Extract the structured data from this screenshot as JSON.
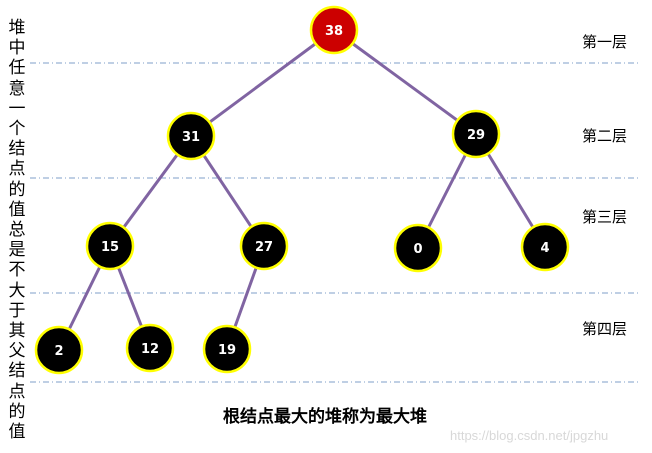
{
  "side_note": "堆中任意一个结点的值总是不大于其父结点的值",
  "layers": [
    "第一层",
    "第二层",
    "第三层",
    "第四层"
  ],
  "caption": "根结点最大的堆称为最大堆",
  "watermark": "https://blog.csdn.net/jpgzhu",
  "colors": {
    "root": "#cc0000",
    "node": "#000000",
    "border": "#ffff00",
    "edge": "#8064a2",
    "divider": "#7f9fc8"
  },
  "nodes": [
    {
      "id": "n38",
      "value": "38",
      "root": true
    },
    {
      "id": "n31",
      "value": "31"
    },
    {
      "id": "n29",
      "value": "29"
    },
    {
      "id": "n15",
      "value": "15"
    },
    {
      "id": "n27",
      "value": "27"
    },
    {
      "id": "n0",
      "value": "0"
    },
    {
      "id": "n4",
      "value": "4"
    },
    {
      "id": "n2",
      "value": "2"
    },
    {
      "id": "n12",
      "value": "12"
    },
    {
      "id": "n19",
      "value": "19"
    }
  ],
  "edges": [
    [
      "n38",
      "n31"
    ],
    [
      "n38",
      "n29"
    ],
    [
      "n31",
      "n15"
    ],
    [
      "n31",
      "n27"
    ],
    [
      "n29",
      "n0"
    ],
    [
      "n29",
      "n4"
    ],
    [
      "n15",
      "n2"
    ],
    [
      "n15",
      "n12"
    ],
    [
      "n27",
      "n19"
    ]
  ]
}
